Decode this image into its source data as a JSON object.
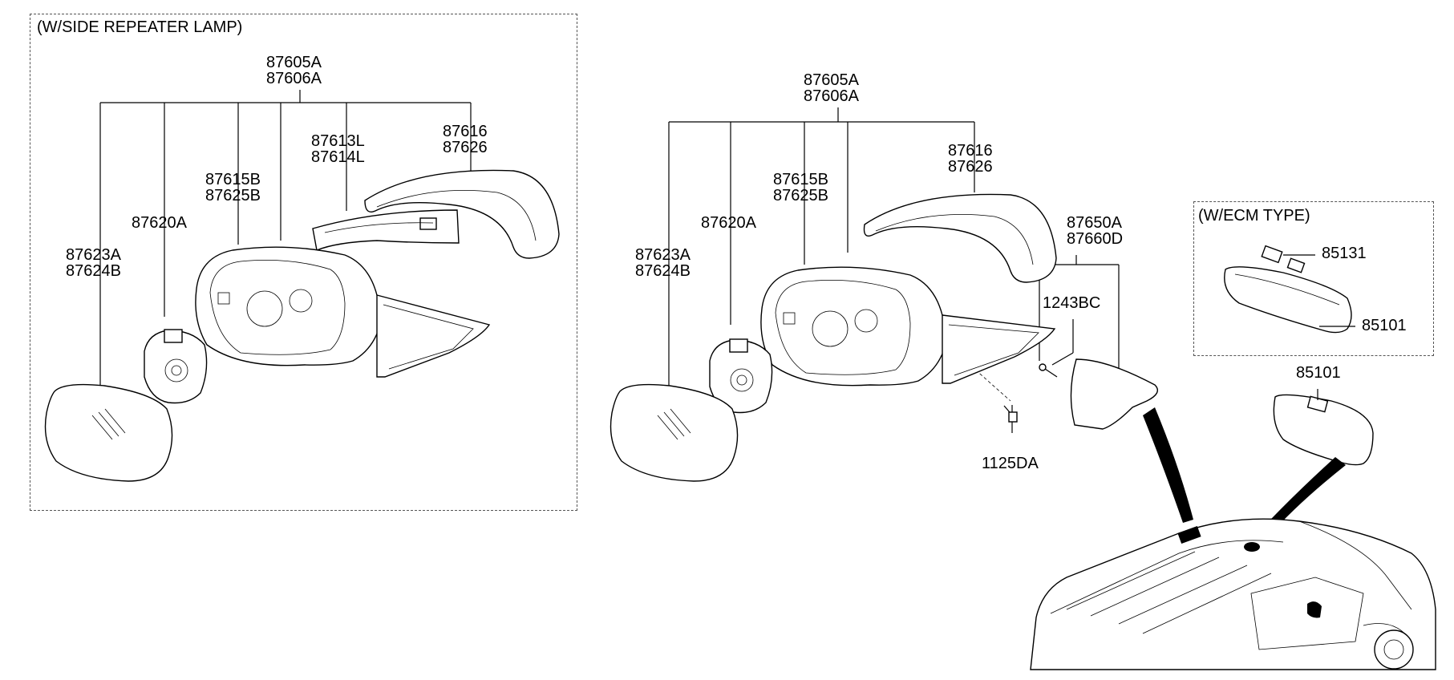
{
  "diagram": {
    "groups": {
      "side_repeater_caption": "(W/SIDE REPEATER LAMP)",
      "ecm_caption": "(W/ECM TYPE)"
    },
    "left_labels": {
      "assy_a": "87605A",
      "assy_b": "87606A",
      "cover_a": "87616",
      "cover_b": "87626",
      "repeater_a": "87613L",
      "repeater_b": "87614L",
      "housing_a": "87615B",
      "housing_b": "87625B",
      "actuator": "87620A",
      "glass_a": "87623A",
      "glass_b": "87624B"
    },
    "middle_labels": {
      "assy_a": "87605A",
      "assy_b": "87606A",
      "cover_a": "87616",
      "cover_b": "87626",
      "housing_a": "87615B",
      "housing_b": "87625B",
      "actuator": "87620A",
      "glass_a": "87623A",
      "glass_b": "87624B",
      "garnish_a": "87650A",
      "garnish_b": "87660D",
      "screw": "1243BC",
      "bolt": "1125DA"
    },
    "ecm_labels": {
      "harness": "85131",
      "mirror": "85101"
    },
    "inside_mirror_label": "85101"
  }
}
